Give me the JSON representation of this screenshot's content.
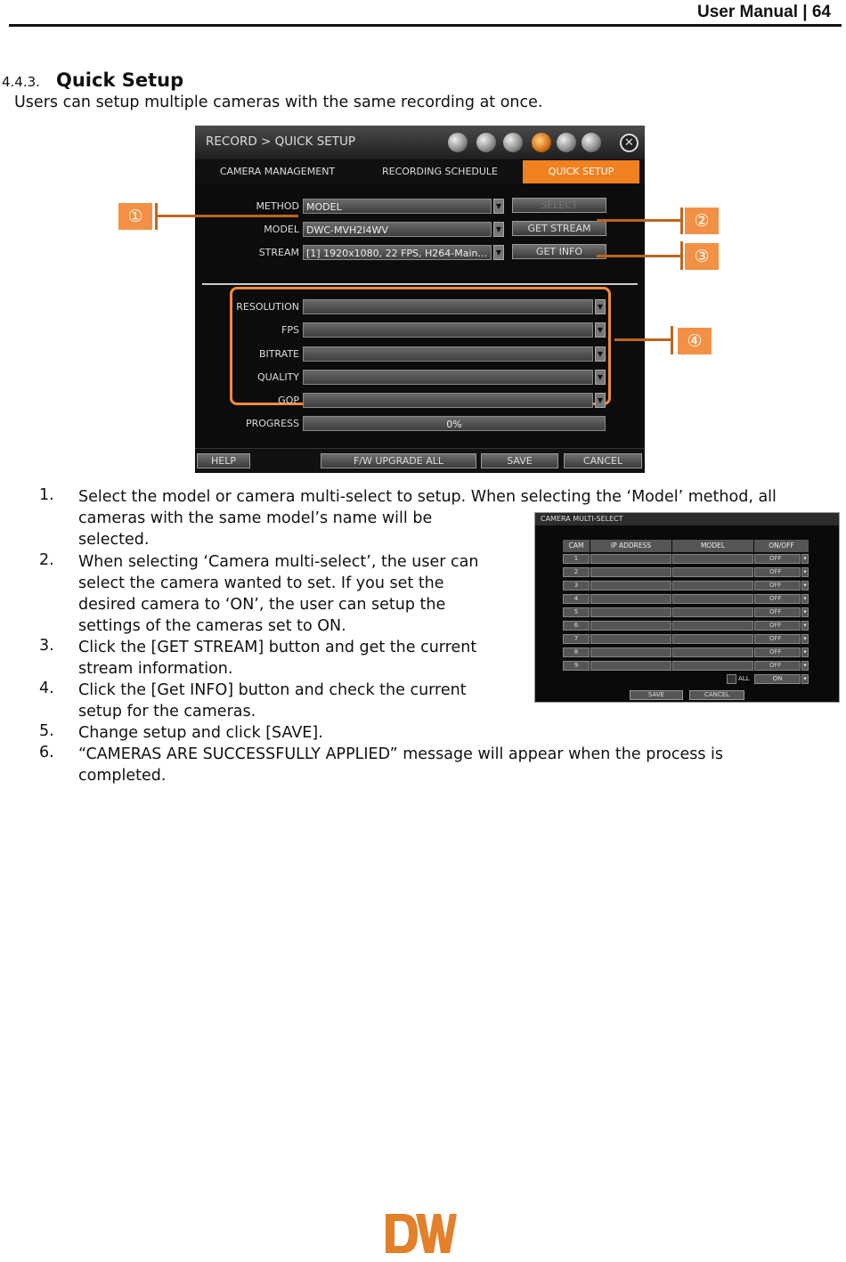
{
  "header": {
    "text": "User Manual |  64"
  },
  "section": {
    "number": "4.4.3.",
    "title": "Quick Setup",
    "intro": "Users can setup multiple cameras with the same recording at once."
  },
  "screenshot": {
    "title": "RECORD > QUICK SETUP",
    "tabs": [
      "CAMERA MANAGEMENT",
      "RECORDING SCHEDULE",
      "QUICK SETUP"
    ],
    "method_label": "METHOD",
    "method_value": "MODEL",
    "model_label": "MODEL",
    "model_value": "DWC-MVH2I4WV",
    "stream_label": "STREAM",
    "stream_value": "[1] 1920x1080, 22 FPS, H264-Main...",
    "select_btn": "SELECT",
    "get_stream_btn": "GET STREAM",
    "get_info_btn": "GET INFO",
    "resolution_label": "RESOLUTION",
    "fps_label": "FPS",
    "bitrate_label": "BITRATE",
    "quality_label": "QUALITY",
    "gop_label": "GOP",
    "progress_label": "PROGRESS",
    "progress_value": "0%",
    "progress": 0,
    "help_btn": "HELP",
    "fw_btn": "F/W UPGRADE ALL",
    "save_btn": "SAVE",
    "cancel_btn": "CANCEL"
  },
  "callouts": [
    "①",
    "②",
    "③",
    "④"
  ],
  "steps": [
    {
      "num": "1.",
      "lines": [
        "Select the model or camera multi-select to setup. When selecting the ‘Model’ method, all",
        "cameras with the same model’s name will be",
        "selected."
      ]
    },
    {
      "num": "2.",
      "lines": [
        "When selecting ‘Camera multi-select’, the user can",
        "select the camera wanted to set. If you set the",
        "desired camera to ‘ON’, the user can setup the",
        "settings of the cameras set to ON."
      ]
    },
    {
      "num": "3.",
      "lines": [
        "Click the [GET STREAM] button and get the current",
        "stream information."
      ]
    },
    {
      "num": "4.",
      "lines": [
        "Click the [Get INFO] button and check the current",
        "setup for the cameras."
      ]
    },
    {
      "num": "5.",
      "lines": [
        "Change setup and click [SAVE]."
      ]
    },
    {
      "num": "6.",
      "lines": [
        "“CAMERAS ARE SUCCESSFULLY APPLIED” message will appear when the process is",
        "completed."
      ]
    }
  ],
  "multi_select": {
    "title": "CAMERA MULTI-SELECT",
    "columns": [
      "CAM",
      "IP ADDRESS",
      "MODEL",
      "ON/OFF"
    ],
    "rows": [
      {
        "cam": "1",
        "state": "OFF"
      },
      {
        "cam": "2",
        "state": "OFF"
      },
      {
        "cam": "3",
        "state": "OFF"
      },
      {
        "cam": "4",
        "state": "OFF"
      },
      {
        "cam": "5",
        "state": "OFF"
      },
      {
        "cam": "6",
        "state": "OFF"
      },
      {
        "cam": "7",
        "state": "OFF"
      },
      {
        "cam": "8",
        "state": "OFF"
      },
      {
        "cam": "9",
        "state": "OFF"
      }
    ],
    "all_label": "ALL",
    "all_state": "ON",
    "save_btn": "SAVE",
    "cancel_btn": "CANCEL"
  },
  "colors": {
    "accent": "#f08020",
    "callout": "#f29145"
  }
}
